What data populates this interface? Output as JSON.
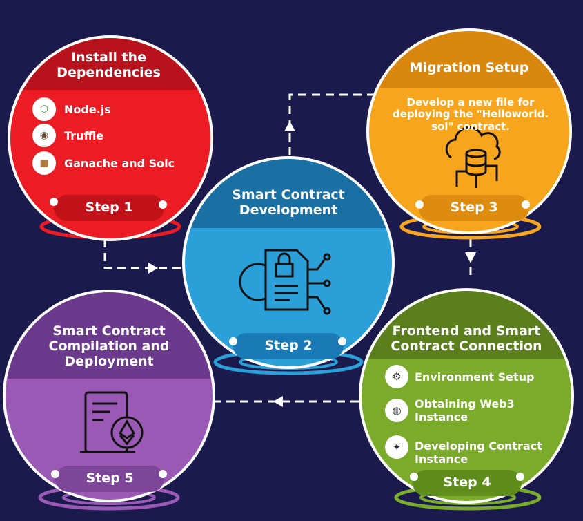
{
  "colors": {
    "background": "#1b1a4d",
    "step1": "#ec1c24",
    "step2": "#2b9fd8",
    "step3": "#f7a51c",
    "step4": "#7bab2a",
    "step5": "#9b59b6"
  },
  "step1": {
    "title": "Install the Dependencies",
    "items": [
      {
        "icon": "nodejs-icon",
        "label": "Node.js"
      },
      {
        "icon": "truffle-icon",
        "label": "Truffle"
      },
      {
        "icon": "ganache-icon",
        "label": "Ganache and Solc"
      }
    ],
    "step_label": "Step 1"
  },
  "step2": {
    "title": "Smart Contract Development",
    "icon": "smart-contract-document-icon",
    "step_label": "Step 2"
  },
  "step3": {
    "title": "Migration Setup",
    "body": "Develop a new file for deploying the \"Helloworld. sol\" contract.",
    "icon": "cloud-database-icon",
    "step_label": "Step 3"
  },
  "step4": {
    "title": "Frontend and Smart Contract Connection",
    "items": [
      {
        "icon": "gear-chip-icon",
        "label": "Environment Setup"
      },
      {
        "icon": "web3-globe-icon",
        "label": "Obtaining Web3 Instance"
      },
      {
        "icon": "handshake-icon",
        "label": "Developing Contract Instance"
      }
    ],
    "step_label": "Step 4"
  },
  "step5": {
    "title": "Smart Contract Compilation and Deployment",
    "icon": "ethereum-contract-icon",
    "step_label": "Step 5"
  }
}
